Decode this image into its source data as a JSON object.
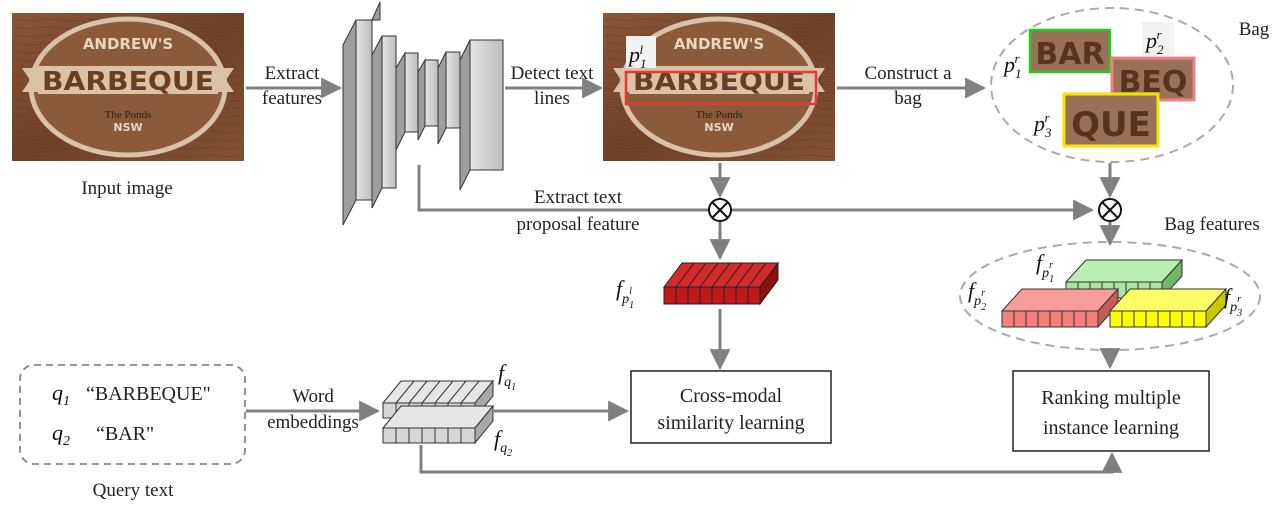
{
  "input": {
    "caption": "Input image",
    "sign_top": "ANDREW'S",
    "sign_main": "BARBEQUE",
    "sign_sub1": "The Ponds",
    "sign_sub2": "NSW"
  },
  "steps": {
    "extract_features": [
      "Extract",
      "features"
    ],
    "detect_text_lines": [
      "Detect text",
      "lines"
    ],
    "construct_bag": [
      "Construct a",
      "bag"
    ],
    "extract_proposal": [
      "Extract text",
      "proposal feature"
    ],
    "word_embeddings": [
      "Word",
      "embeddings"
    ]
  },
  "bag": {
    "label": "Bag",
    "crops": [
      "BAR",
      "BEQ",
      "QUE"
    ]
  },
  "bag_features_label": "Bag features",
  "boxes": {
    "cross_modal": [
      "Cross-modal",
      "similarity learning"
    ],
    "ranking": [
      "Ranking multiple",
      "instance learning"
    ]
  },
  "query": {
    "caption": "Query text",
    "q1_text": "“BARBEQUE\"",
    "q2_text": "“BAR\""
  },
  "symbols": {
    "p": "p",
    "f": "f",
    "q": "q",
    "sub_1": "1",
    "sub_2": "2",
    "sub_3": "3",
    "sup_l": "l",
    "sup_r": "r",
    "otimes": "⊗"
  },
  "colors": {
    "wood": "#7a4a2c",
    "green": "#22cc22",
    "red_box": "#e53935",
    "pink": "#f08080",
    "yellow": "#f2e600",
    "dark_red": "#c01818",
    "light_green": "#a8e6a0",
    "salmon": "#f47f7f",
    "bright_yellow": "#ffff00",
    "arrow": "#808080"
  }
}
